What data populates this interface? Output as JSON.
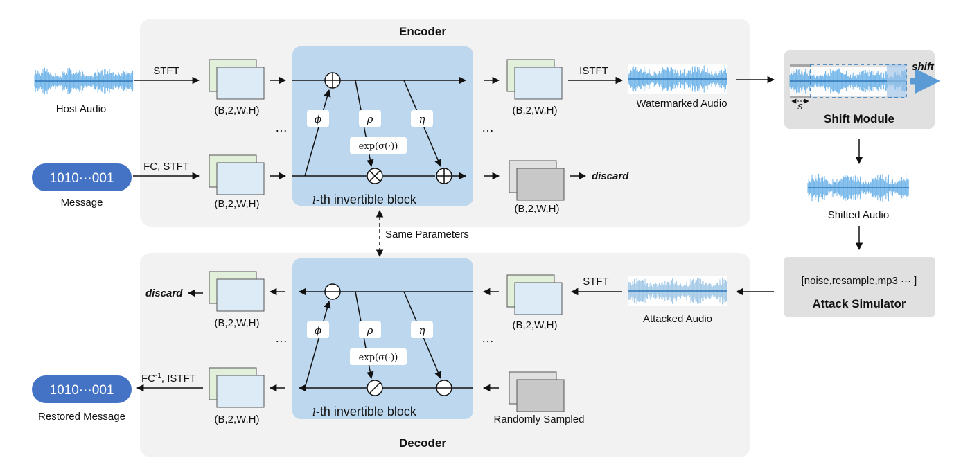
{
  "encoder": {
    "title": "Encoder",
    "host_audio": "Host Audio",
    "message_bits": "1010···001",
    "message_label": "Message",
    "stft": "STFT",
    "fc_stft": "FC, STFT",
    "istft": "ISTFT",
    "shape": "(B,2,W,H)",
    "watermarked_audio": "Watermarked Audio",
    "discard": "discard",
    "block_label_l": "l",
    "block_label_rest": "-th invertible block"
  },
  "decoder": {
    "title": "Decoder",
    "discard": "discard",
    "fc_inv": "FC",
    "fc_inv_sup": "-1",
    "fc_istft_rest": ", ISTFT",
    "stft": "STFT",
    "shape": "(B,2,W,H)",
    "restored_bits": "1010···001",
    "restored_label": "Restored Message",
    "attacked_audio": "Attacked Audio",
    "randomly_sampled": "Randomly Sampled",
    "block_label_l": "l",
    "block_label_rest": "-th invertible block"
  },
  "functions": {
    "phi": "ϕ",
    "rho": "ρ",
    "eta": "η",
    "exp": "exp(σ(·))"
  },
  "ellipsis": "…",
  "same_parameters": "Same Parameters",
  "shift_module": {
    "title": "Shift Module",
    "shift": "shift",
    "s": "s"
  },
  "shifted_audio": "Shifted Audio",
  "attack_simulator": {
    "title": "Attack Simulator",
    "list": "[noise,resample,mp3 ··· ]"
  },
  "colors": {
    "panel": "#f2f2f2",
    "block": "#bdd7ee",
    "pill": "#4472c4",
    "waveform": "#5aa9e6",
    "feature_green": "#e2efda",
    "feature_blue": "#ddebf7",
    "feature_gray": "#c8c8c8",
    "side_box": "#e0e0e0"
  }
}
